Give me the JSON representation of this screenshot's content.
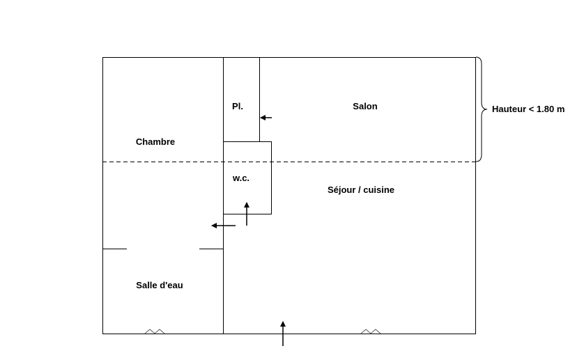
{
  "rooms": {
    "chambre": "Chambre",
    "placard": "Pl.",
    "salon": "Salon",
    "wc": "w.c.",
    "sejour": "Séjour / cuisine",
    "salle_eau": "Salle d'eau"
  },
  "height_note": "Hauteur < 1.80 m",
  "colors": {
    "line": "#000000",
    "background": "#ffffff"
  }
}
